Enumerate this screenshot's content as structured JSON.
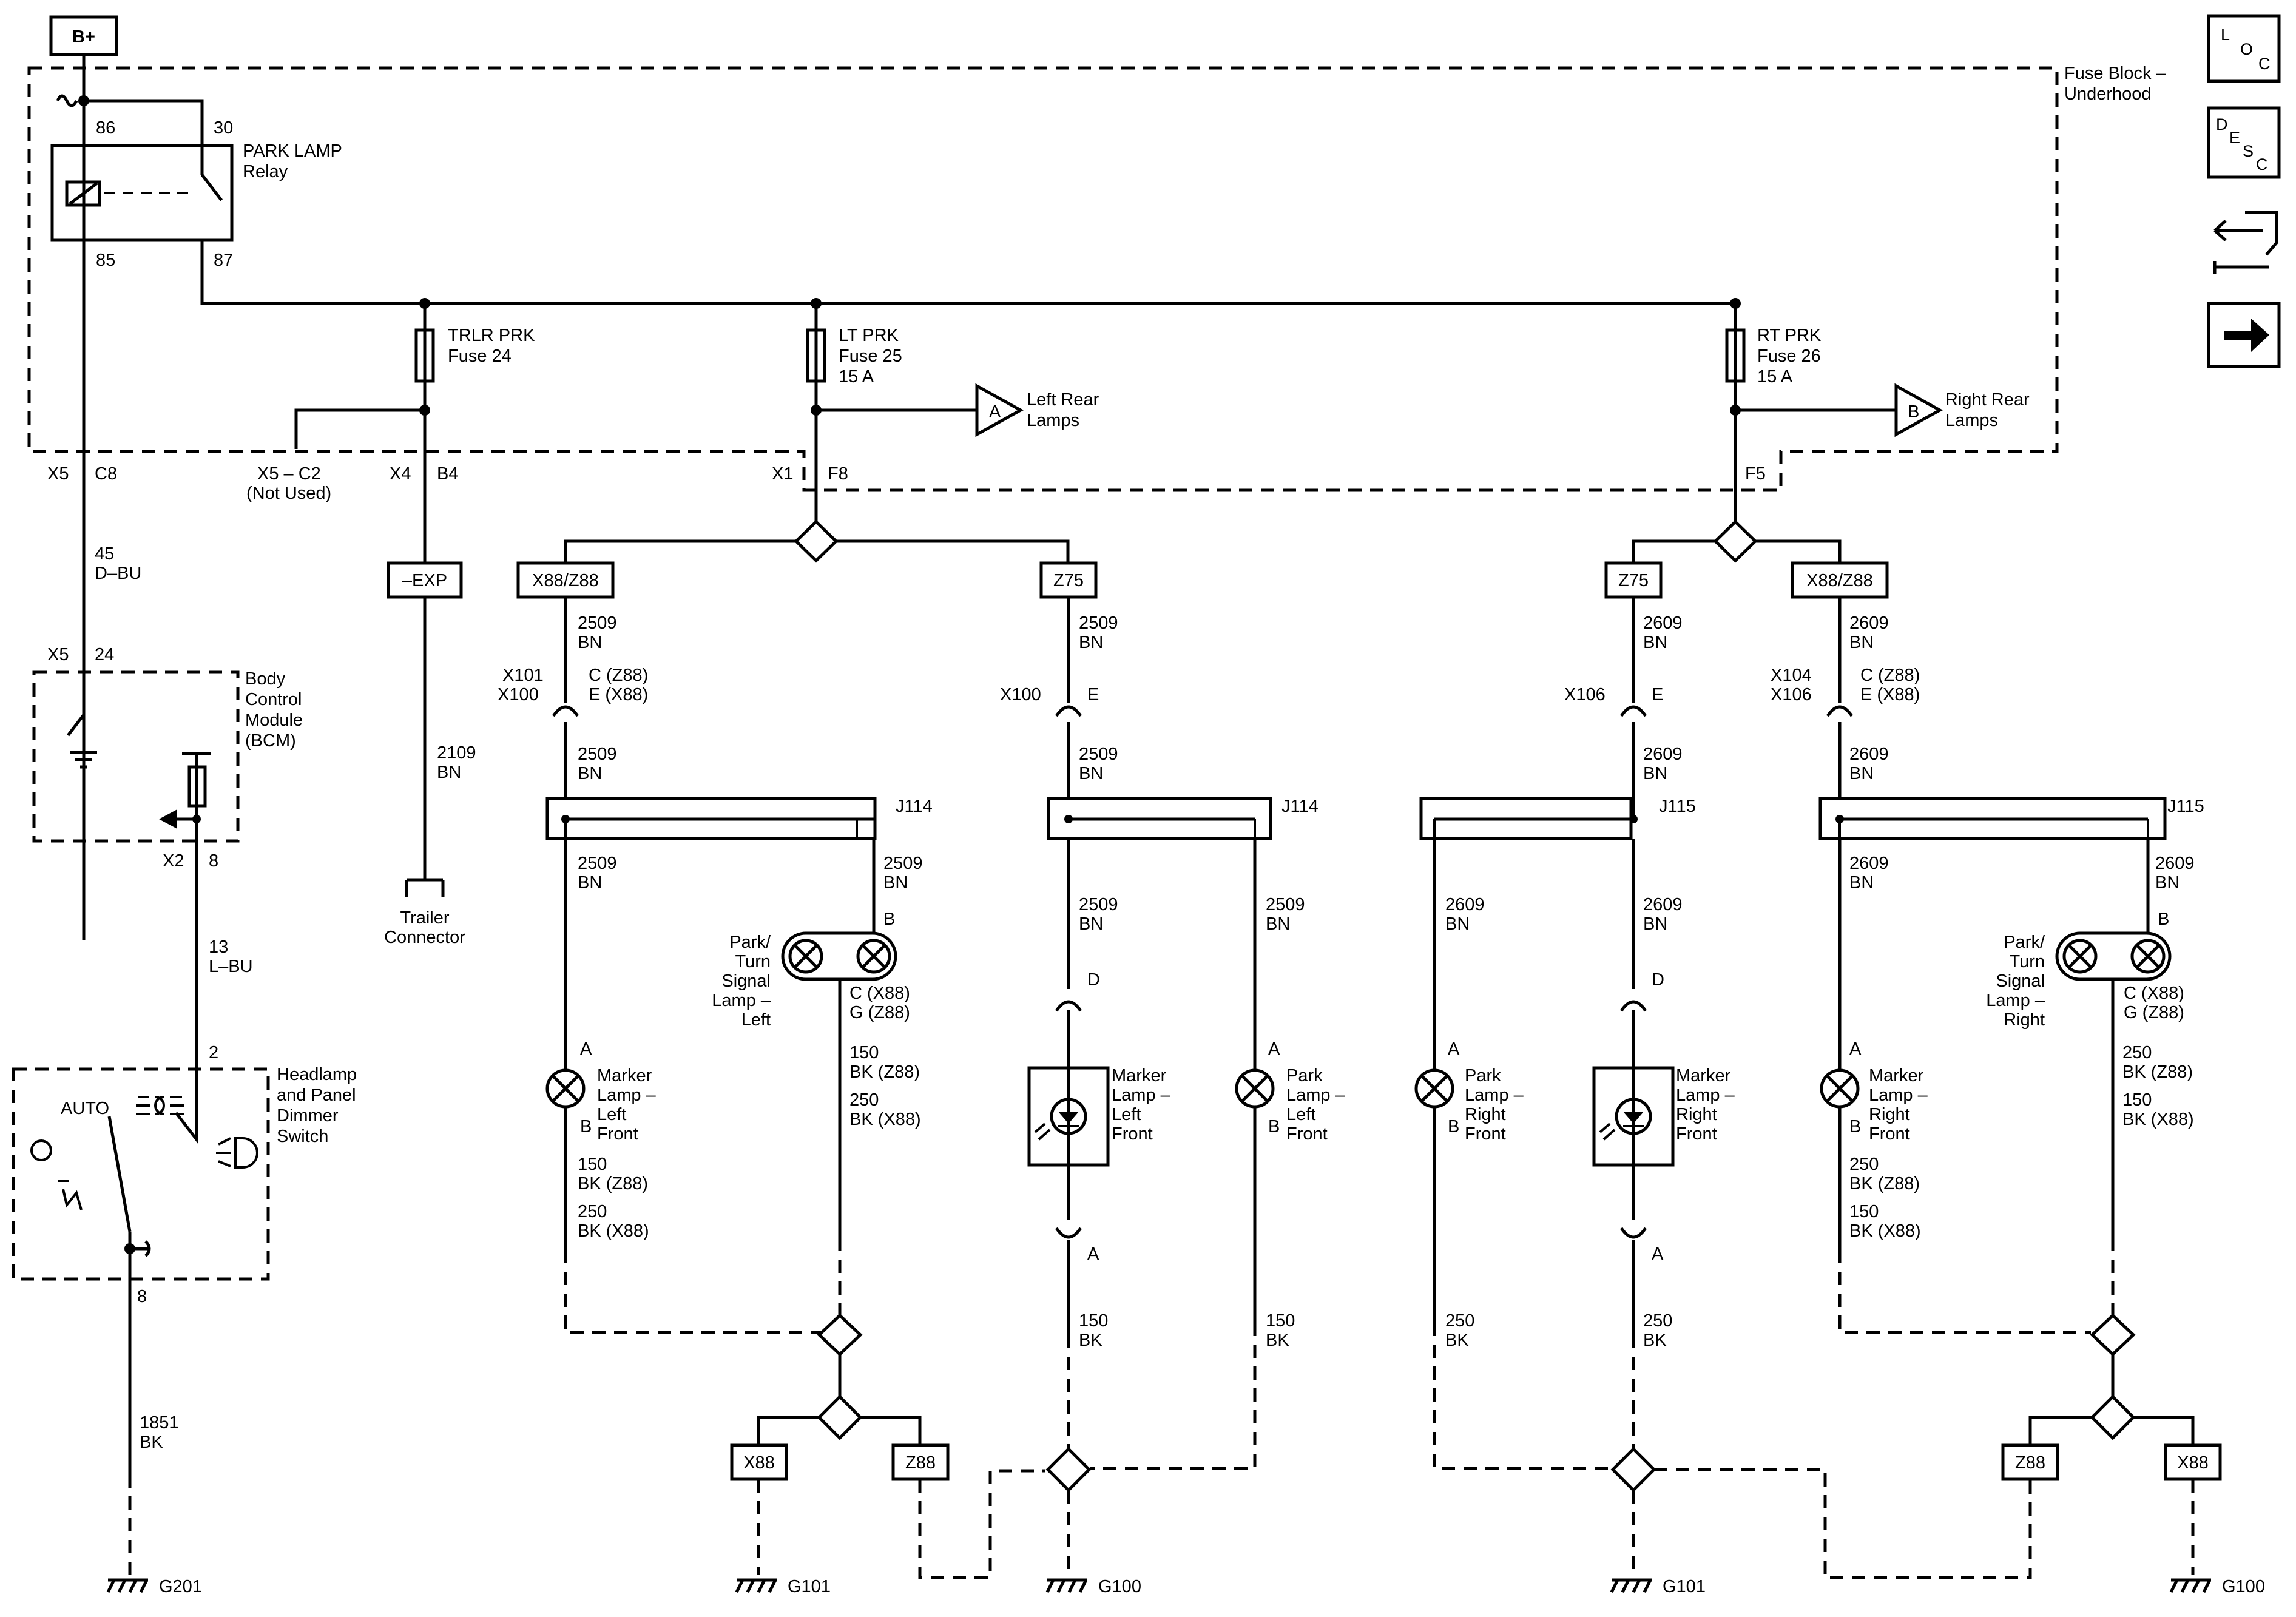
{
  "power": {
    "source": "B+"
  },
  "nav_icons": {
    "loc": {
      "l": "L",
      "o": "O",
      "c": "C",
      "icon": "location-icon"
    },
    "desc": {
      "d": "D",
      "e": "E",
      "s": "S",
      "c": "C",
      "icon": "description-icon"
    },
    "repair": {
      "icon": "repair-wrench-icon"
    },
    "next": {
      "icon": "arrow-right-icon"
    }
  },
  "fuse_block": {
    "line1": "Fuse Block –",
    "line2": "Underhood"
  },
  "relay": {
    "pin86": "86",
    "pin30": "30",
    "pin85": "85",
    "pin87": "87",
    "name1": "PARK LAMP",
    "name2": "Relay"
  },
  "fuses": {
    "trlr": {
      "name": "TRLR PRK",
      "fuse": "Fuse 24"
    },
    "lt": {
      "name": "LT PRK",
      "fuse": "Fuse 25",
      "amp": "15 A"
    },
    "rt": {
      "name": "RT PRK",
      "fuse": "Fuse 26",
      "amp": "15 A"
    }
  },
  "offpage": {
    "a": {
      "letter": "A",
      "l1": "Left Rear",
      "l2": "Lamps"
    },
    "b": {
      "letter": "B",
      "l1": "Right Rear",
      "l2": "Lamps"
    }
  },
  "connectors": {
    "x5": "X5",
    "c8": "C8",
    "x5c2": "X5 – C2",
    "not_used": "(Not Used)",
    "x4": "X4",
    "b4": "B4",
    "x1": "X1",
    "f8": "F8",
    "f5": "F5",
    "x5b": "X5",
    "p24": "24",
    "x2": "X2",
    "p8": "8",
    "p2": "2",
    "p8b": "8",
    "x101": "X101",
    "x100": "X100",
    "cz88": "C (Z88)",
    "ex88": "E (X88)",
    "x100b": "X100",
    "e1": "E",
    "x106": "X106",
    "e2": "E",
    "x104": "X104",
    "x106b": "X106",
    "cz88b": "C (Z88)",
    "ex88b": "E (X88)"
  },
  "options": {
    "x88z88_l": "X88/Z88",
    "z75_l": "Z75",
    "z75_r": "Z75",
    "x88z88_r": "X88/Z88",
    "exp": "–EXP",
    "x88_bl": "X88",
    "z88_bl": "Z88",
    "z88_br": "Z88",
    "x88_br": "X88"
  },
  "wires": {
    "w45n": "45",
    "w45c": "D–BU",
    "w13n": "13",
    "w13c": "L–BU",
    "w1851n": "1851",
    "w1851c": "BK",
    "w2109n": "2109",
    "w2109c": "BN",
    "w2509": "2509",
    "w2609": "2609",
    "bn": "BN",
    "bk": "BK",
    "w150": "150",
    "w250": "250",
    "bkz88": "BK (Z88)",
    "bkx88": "BK (X88)"
  },
  "bcm": {
    "l1": "Body",
    "l2": "Control",
    "l3": "Module",
    "l4": "(BCM)"
  },
  "switch": {
    "l1": "Headlamp",
    "l2": "and Panel",
    "l3": "Dimmer",
    "l4": "Switch",
    "auto": "AUTO"
  },
  "trailer": {
    "l1": "Trailer",
    "l2": "Connector"
  },
  "splices": {
    "j114a": "J114",
    "j114b": "J114",
    "j115a": "J115",
    "j115b": "J115"
  },
  "lamps": {
    "pts_l": {
      "l1": "Park/",
      "l2": "Turn",
      "l3": "Signal",
      "l4": "Lamp –",
      "l5": "Left"
    },
    "pts_r": {
      "l1": "Park/",
      "l2": "Turn",
      "l3": "Signal",
      "l4": "Lamp –",
      "l5": "Right"
    },
    "marker": "Marker",
    "park": "Park",
    "lamp": "Lamp –",
    "left": "Left",
    "right": "Right",
    "front": "Front",
    "pinA": "A",
    "pinB": "B",
    "pinD": "D",
    "cx88": "C (X88)",
    "gz88": "G (Z88)"
  },
  "grounds": {
    "g201": "G201",
    "g101a": "G101",
    "g100a": "G100",
    "g101b": "G101",
    "g100b": "G100"
  }
}
